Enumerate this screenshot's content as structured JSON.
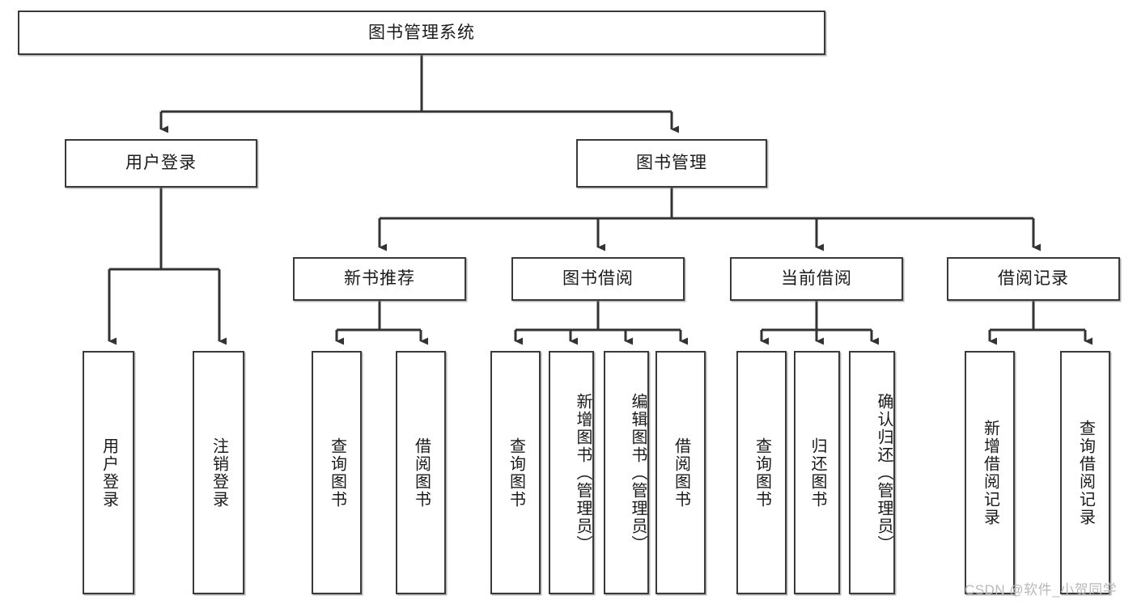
{
  "diagram": {
    "title": "图书管理系统",
    "type": "tree-hierarchy-chart",
    "root": {
      "label": "图书管理系统"
    },
    "level2": [
      {
        "label": "用户登录"
      },
      {
        "label": "图书管理"
      }
    ],
    "level3": [
      {
        "label": "新书推荐"
      },
      {
        "label": "图书借阅"
      },
      {
        "label": "当前借阅"
      },
      {
        "label": "借阅记录"
      }
    ],
    "leaves": {
      "user_login": [
        {
          "label": "用户登录"
        },
        {
          "label": "注销登录"
        }
      ],
      "new_book_recommend": [
        {
          "label": "查询图书"
        },
        {
          "label": "借阅图书"
        }
      ],
      "book_borrow": [
        {
          "label": "查询图书"
        },
        {
          "label": "新增图书（管理员）"
        },
        {
          "label": "编辑图书（管理员）"
        },
        {
          "label": "借阅图书"
        }
      ],
      "current_borrow": [
        {
          "label": "查询图书"
        },
        {
          "label": "归还图书"
        },
        {
          "label": "确认归还（管理员）"
        }
      ],
      "borrow_record": [
        {
          "label": "新增借阅记录"
        },
        {
          "label": "查询借阅记录"
        }
      ]
    },
    "watermark": "CSDN @软件_小贺同学",
    "colors": {
      "node_border": "#3a3a3a",
      "node_fill": "#ffffff",
      "connector": "#333333",
      "text": "#1a1a1a",
      "watermark": "#b9b9b9",
      "background": "#ffffff"
    }
  }
}
